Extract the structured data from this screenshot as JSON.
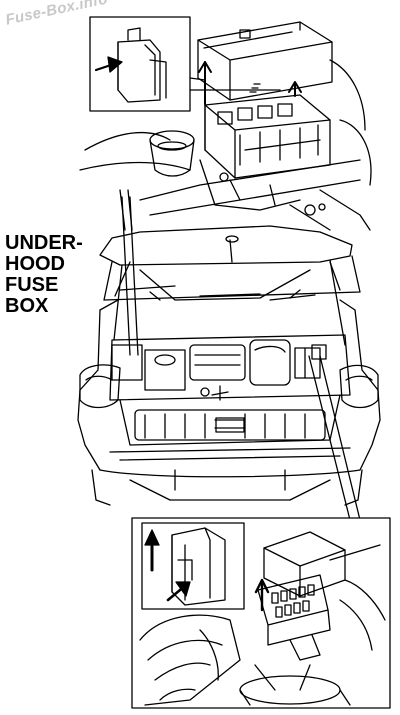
{
  "watermark": "Fuse-Box.info",
  "label": {
    "line1": "UNDER-",
    "line2": "HOOD",
    "line3": "FUSE",
    "line4": "BOX"
  },
  "colors": {
    "line": "#000000",
    "background": "#ffffff",
    "watermark": "#c8c8c8"
  }
}
